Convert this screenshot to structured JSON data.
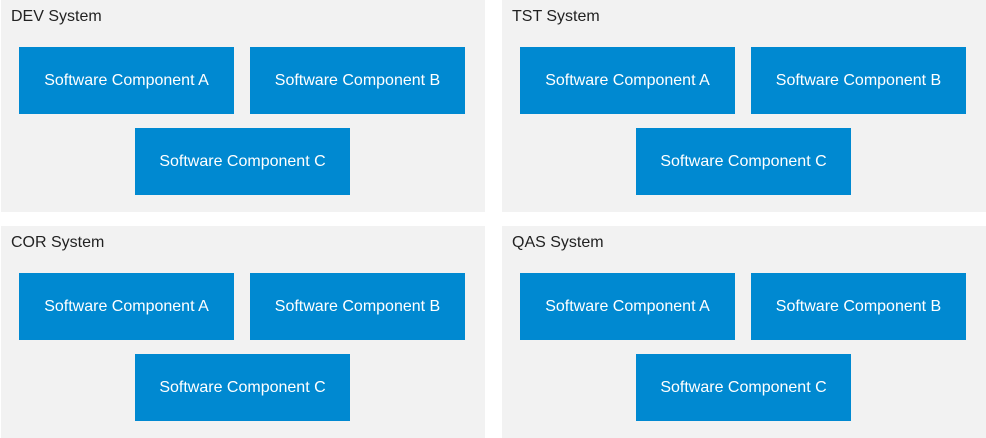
{
  "colors": {
    "panel_background": "#f2f2f2",
    "component_background": "#0089d1",
    "component_text": "#ffffff",
    "title_text": "#222222"
  },
  "systems": [
    {
      "title": "DEV System",
      "components": [
        "Software Component A",
        "Software Component B",
        "Software Component C"
      ]
    },
    {
      "title": "TST System",
      "components": [
        "Software Component A",
        "Software Component B",
        "Software Component C"
      ]
    },
    {
      "title": "COR System",
      "components": [
        "Software Component A",
        "Software Component B",
        "Software Component C"
      ]
    },
    {
      "title": "QAS System",
      "components": [
        "Software Component A",
        "Software Component B",
        "Software Component C"
      ]
    }
  ]
}
